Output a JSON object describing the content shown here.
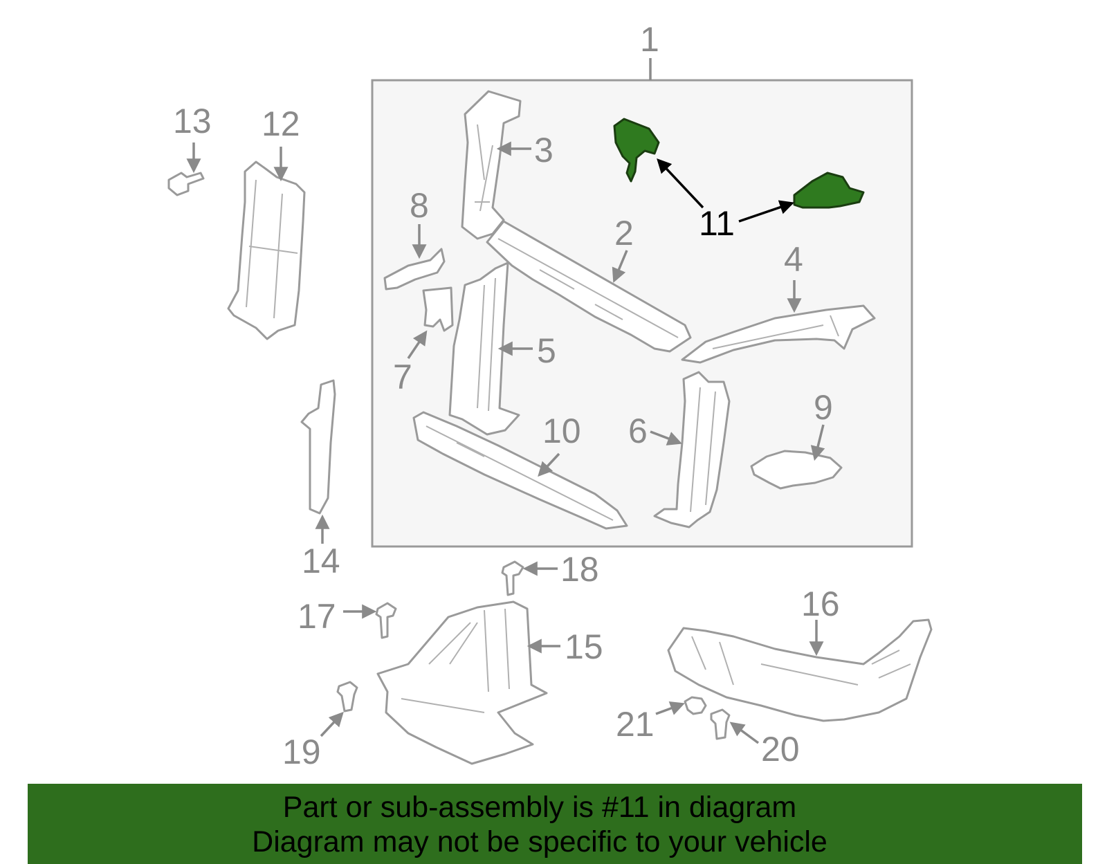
{
  "callouts": {
    "c1": "1",
    "c2": "2",
    "c3": "3",
    "c4": "4",
    "c5": "5",
    "c6": "6",
    "c7": "7",
    "c8": "8",
    "c9": "9",
    "c10": "10",
    "c11": "11",
    "c12": "12",
    "c13": "13",
    "c14": "14",
    "c15": "15",
    "c16": "16",
    "c17": "17",
    "c18": "18",
    "c19": "19",
    "c20": "20",
    "c21": "21"
  },
  "colors": {
    "highlight_part": "#2f7a1f",
    "banner_background": "#2e6e1d",
    "assembly_box_fill": "#f6f6f6",
    "part_outline": "#9a9a9a"
  },
  "banner": {
    "line1": "Part or sub-assembly is #11 in diagram",
    "line2": "Diagram may not be specific to your vehicle"
  }
}
